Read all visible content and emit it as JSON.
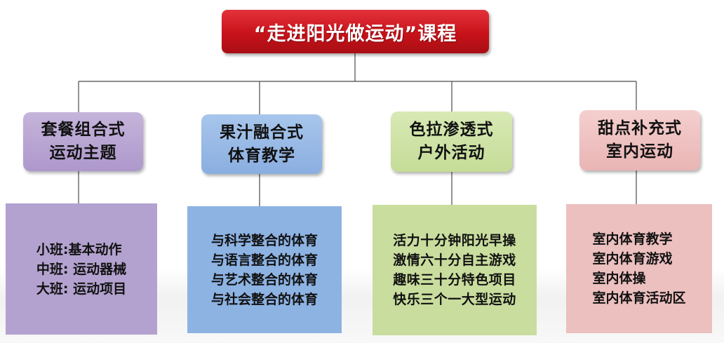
{
  "title": "“走进阳光做运动”课程",
  "categories": [
    {
      "lines": [
        "套餐组合式",
        "运动主题"
      ],
      "items": [
        "小班:基本动作",
        "中班: 运动器械",
        "大班: 运动项目"
      ]
    },
    {
      "lines": [
        "果汁融合式",
        "体育教学"
      ],
      "items": [
        "与科学整合的体育",
        "与语言整合的体育",
        "与艺术整合的体育",
        "与社会整合的体育"
      ]
    },
    {
      "lines": [
        "色拉渗透式",
        "户外活动"
      ],
      "items": [
        "活力十分钟阳光早操",
        "激情六十分自主游戏",
        "趣味三十分特色项目",
        "快乐三个一大型运动"
      ]
    },
    {
      "lines": [
        "甜点补充式",
        "室内运动"
      ],
      "items": [
        "室内体育教学",
        "室内体育游戏",
        "室内体操",
        "室内体育活动区"
      ]
    }
  ],
  "colors": {
    "root": "#c8121a",
    "category_1": "#ae98cc",
    "category_2": "#8aaee0",
    "category_3": "#c5dc98",
    "category_4": "#e9b5b4",
    "connector": "#4a4a4a"
  }
}
